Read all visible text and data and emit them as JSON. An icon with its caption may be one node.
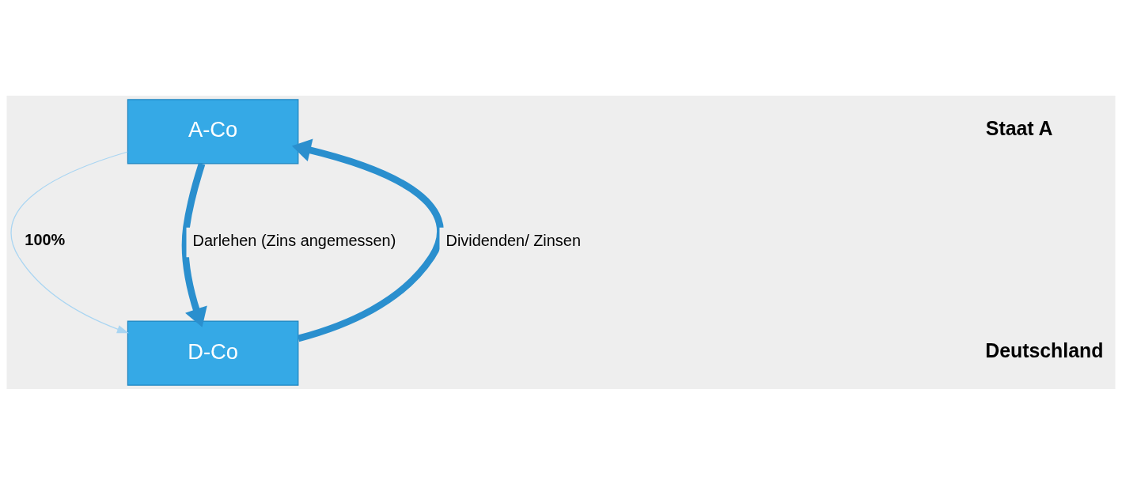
{
  "diagram": {
    "nodes": [
      {
        "text": [
          "A-Co"
        ]
      },
      {
        "text": [
          "D-Co"
        ]
      }
    ],
    "edges": [
      {
        "from": 1,
        "to": 0,
        "arrow": "to",
        "label": "Dividenden/ Zinsen"
      },
      {
        "from": 0,
        "to": 1,
        "arrow": "to",
        "label": "100%",
        "color": "#a9d5f2"
      },
      {
        "from": 0,
        "to": 1,
        "arrow": "to",
        "label": "Darlehen (Zins angemessen)"
      }
    ],
    "labels": [
      "Staat A",
      "Deutschland"
    ]
  }
}
